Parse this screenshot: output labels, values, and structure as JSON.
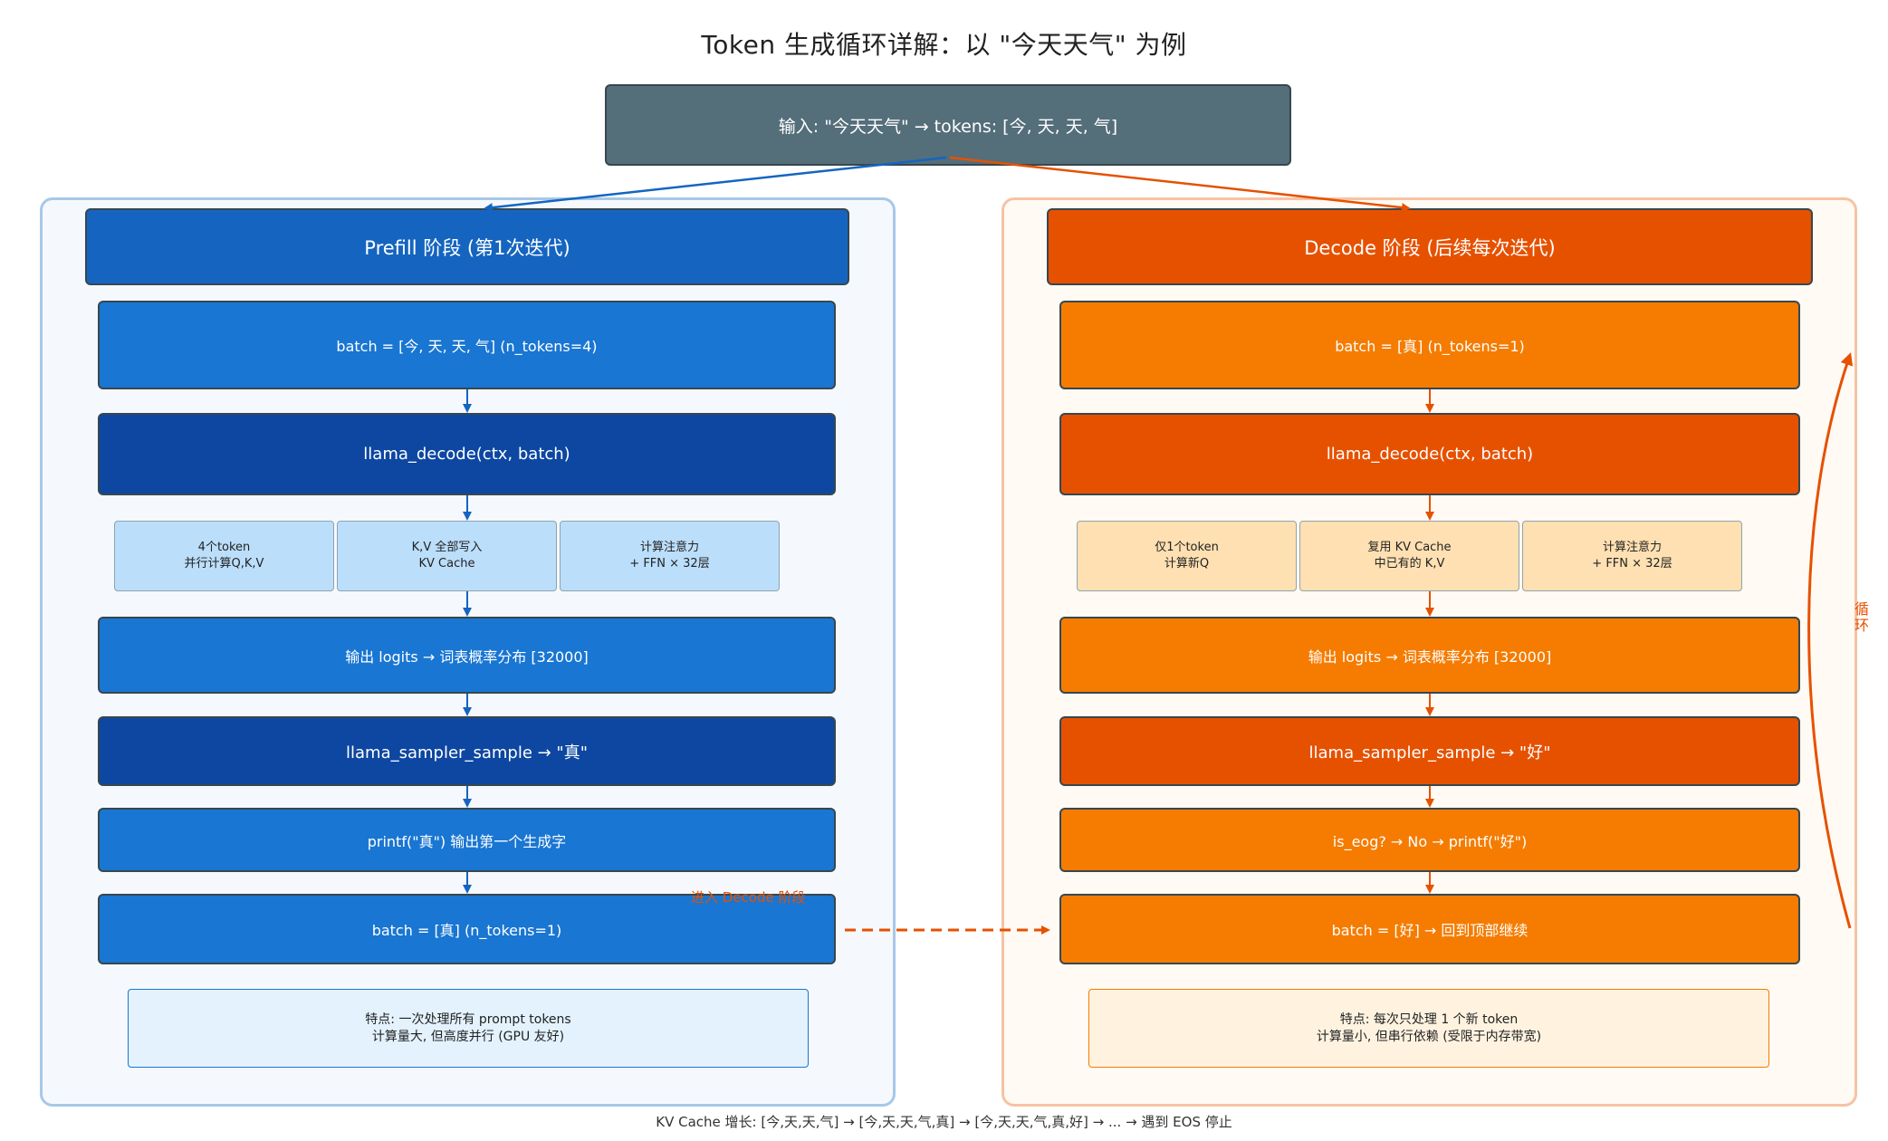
{
  "title": "Token 生成循环详解：以 \"今天天气\" 为例",
  "input": "输入: \"今天天气\"  →  tokens: [今, 天, 天, 气]",
  "prefill": {
    "header": "Prefill 阶段 (第1次迭代)",
    "batch": "batch = [今, 天, 天, 气]  (n_tokens=4)",
    "decode": "llama_decode(ctx, batch)",
    "subs": [
      "4个token\n并行计算Q,K,V",
      "K,V 全部写入\nKV Cache",
      "计算注意力\n+ FFN × 32层"
    ],
    "logits": "输出 logits → 词表概率分布 [32000]",
    "sample": "llama_sampler_sample → \"真\"",
    "print": "printf(\"真\")  输出第一个生成字",
    "next_batch": "batch = [真]  (n_tokens=1)",
    "note": "特点: 一次处理所有 prompt tokens\n计算量大, 但高度并行 (GPU 友好)"
  },
  "decode_phase": {
    "header": "Decode 阶段 (后续每次迭代)",
    "batch": "batch = [真]  (n_tokens=1)",
    "decode": "llama_decode(ctx, batch)",
    "subs": [
      "仅1个token\n计算新Q",
      "复用 KV Cache\n中已有的 K,V",
      "计算注意力\n+ FFN × 32层"
    ],
    "logits": "输出 logits → 词表概率分布 [32000]",
    "sample": "llama_sampler_sample → \"好\"",
    "check": "is_eog? → No → printf(\"好\")",
    "next_batch": "batch = [好]  → 回到顶部继续",
    "note": "特点: 每次只处理 1 个新 token\n计算量小, 但串行依赖 (受限于内存带宽)"
  },
  "enter_decode_label": "进入 Decode 阶段",
  "loop_label": "循环",
  "footer": "KV Cache 增长: [今,天,天,气] → [今,天,天,气,真] → [今,天,天,气,真,好] → ... → 遇到 EOS 停止",
  "colors": {
    "prefill_header": "#1565c0",
    "prefill_box": "#1976d2",
    "prefill_dark": "#0d47a1",
    "decode_header": "#e65100",
    "decode_box": "#f57c00",
    "input_box": "#546e7a"
  }
}
